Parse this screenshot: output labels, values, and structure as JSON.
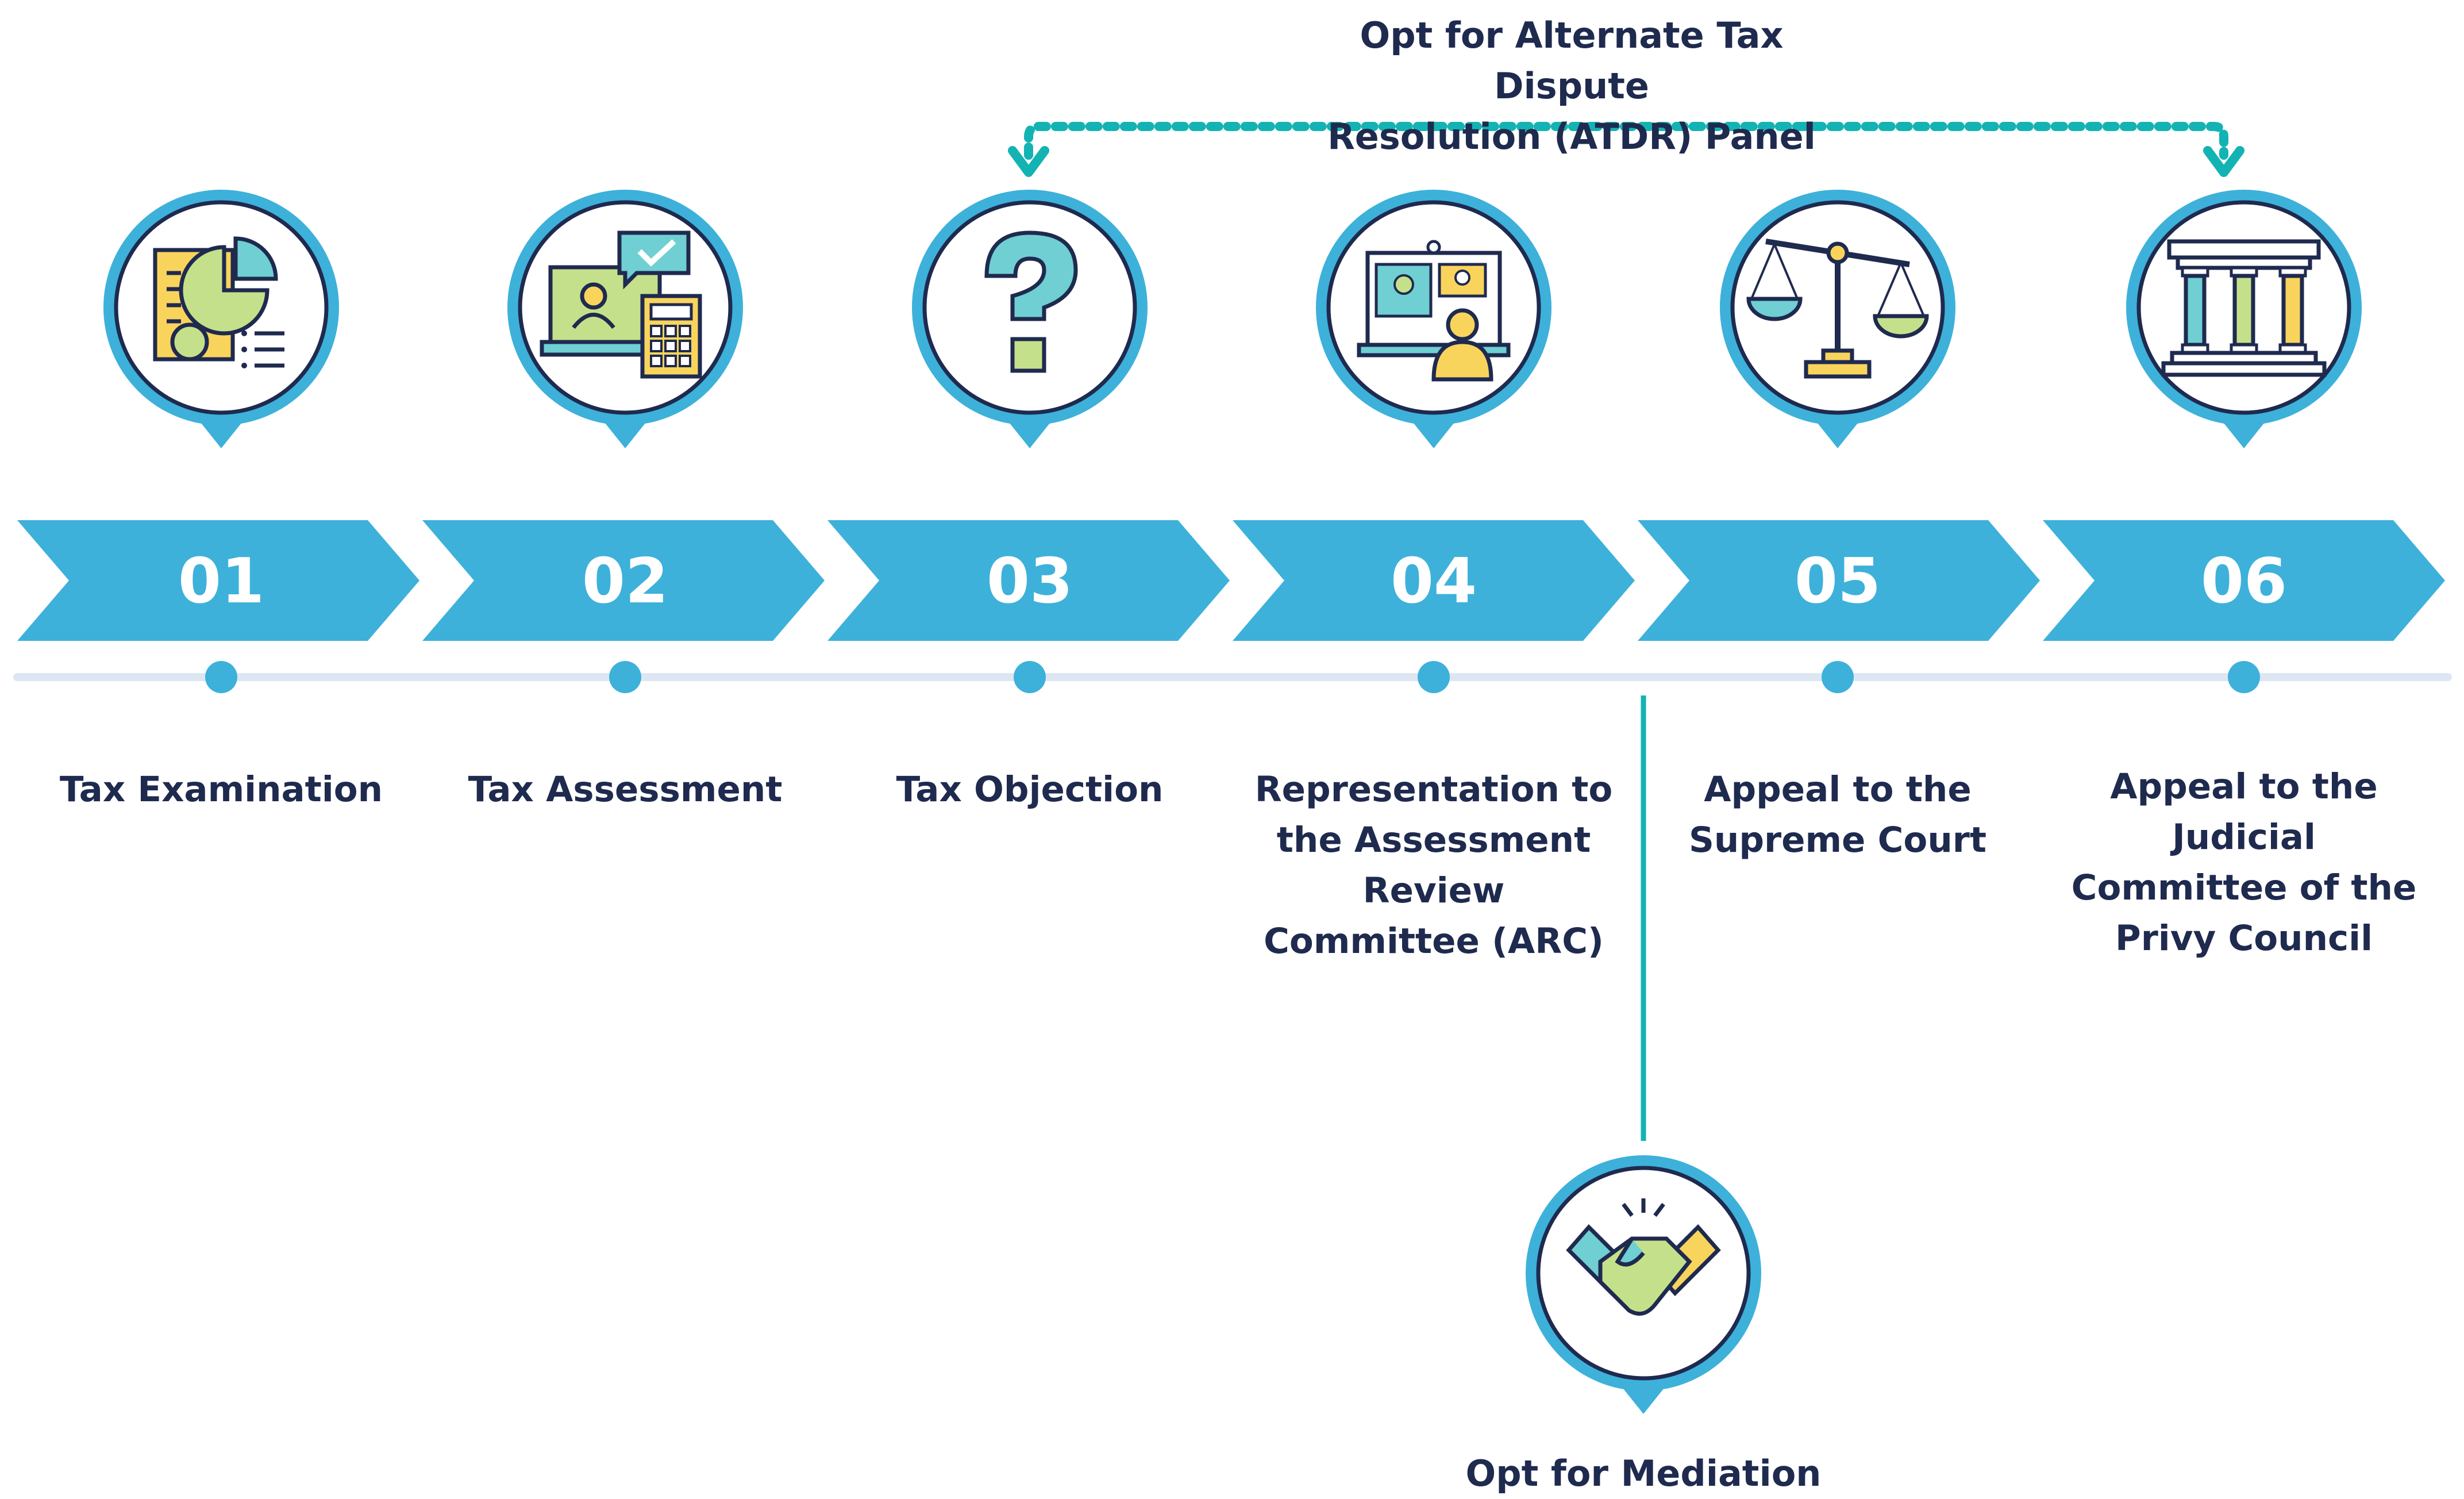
{
  "colors": {
    "chevron": "#3db1da",
    "ring": "#3db1da",
    "teal_connector": "#14b3b3",
    "dark_text": "#1f2a4f",
    "timeline_line": "#dde7f3",
    "icon_green": "#c5e08a",
    "icon_yellow": "#f9d45c",
    "icon_teal": "#6fcfd2",
    "icon_outline": "#1f2a4f"
  },
  "steps": [
    {
      "number": "01",
      "label": "Tax Examination",
      "icon": "report-chart-icon"
    },
    {
      "number": "02",
      "label": "Tax Assessment",
      "icon": "assessment-calculator-icon"
    },
    {
      "number": "03",
      "label": "Tax Objection",
      "icon": "question-mark-icon"
    },
    {
      "number": "04",
      "label": "Representation to\nthe Assessment\nReview\nCommittee (ARC)",
      "icon": "video-conference-icon"
    },
    {
      "number": "05",
      "label": "Appeal to the\nSupreme Court",
      "icon": "scales-of-justice-icon"
    },
    {
      "number": "06",
      "label": "Appeal to the\nJudicial\nCommittee of the\nPrivy Council",
      "icon": "courthouse-pillars-icon"
    }
  ],
  "atdr": {
    "label": "Opt for Alternate Tax Dispute\nResolution (ATDR) Panel"
  },
  "mediation": {
    "label": "Opt for Mediation",
    "icon": "handshake-icon"
  }
}
